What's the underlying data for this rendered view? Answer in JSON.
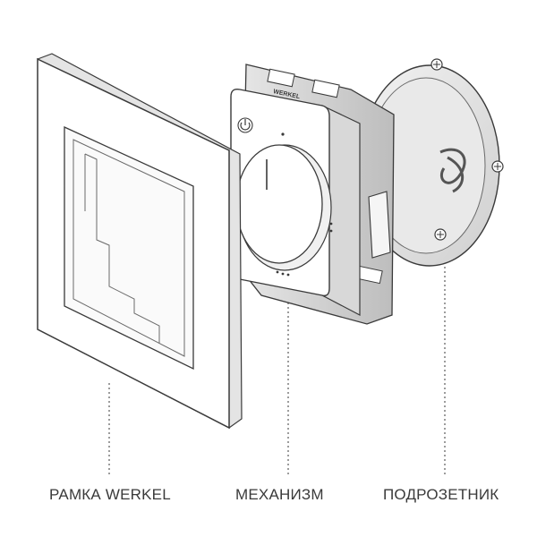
{
  "labels": {
    "frame": "РАМКА WERKEL",
    "mechanism": "МЕХАНИЗМ",
    "mounting_box": "ПОДРОЗЕТНИК"
  },
  "brand_marking": "WERKEL",
  "colors": {
    "line": "#3a3a3a",
    "surface": "#ffffff",
    "shadow": "#d9d9d9"
  }
}
